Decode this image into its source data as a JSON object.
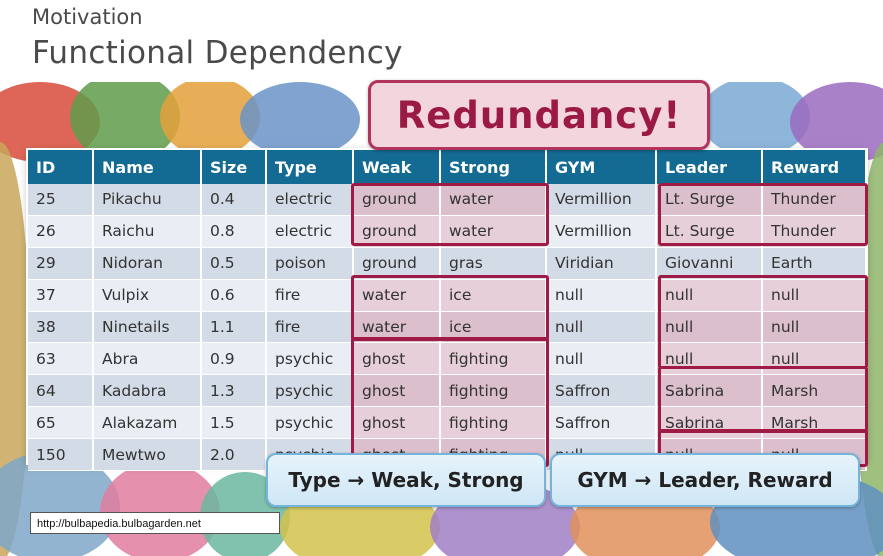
{
  "slide": {
    "subtitle": "Motivation",
    "title": "Functional Dependency"
  },
  "callouts": {
    "redundancy": "Redundancy!",
    "fd_type": "Type → Weak, Strong",
    "fd_gym": "GYM → Leader, Reward"
  },
  "source": "http://bulbapedia.bulbagarden.net",
  "colors": {
    "header_bg": "#136a92",
    "highlight_border": "#a01a46",
    "highlight_fill": "#dcbfcc"
  },
  "table": {
    "columns": [
      "ID",
      "Name",
      "Size",
      "Type",
      "Weak",
      "Strong",
      "GYM",
      "Leader",
      "Reward"
    ],
    "rows": [
      [
        "25",
        "Pikachu",
        "0.4",
        "electric",
        "ground",
        "water",
        "Vermillion",
        "Lt. Surge",
        "Thunder"
      ],
      [
        "26",
        "Raichu",
        "0.8",
        "electric",
        "ground",
        "water",
        "Vermillion",
        "Lt. Surge",
        "Thunder"
      ],
      [
        "29",
        "Nidoran",
        "0.5",
        "poison",
        "ground",
        "gras",
        "Viridian",
        "Giovanni",
        "Earth"
      ],
      [
        "37",
        "Vulpix",
        "0.6",
        "fire",
        "water",
        "ice",
        "null",
        "null",
        "null"
      ],
      [
        "38",
        "Ninetails",
        "1.1",
        "fire",
        "water",
        "ice",
        "null",
        "null",
        "null"
      ],
      [
        "63",
        "Abra",
        "0.9",
        "psychic",
        "ghost",
        "fighting",
        "null",
        "null",
        "null"
      ],
      [
        "64",
        "Kadabra",
        "1.3",
        "psychic",
        "ghost",
        "fighting",
        "Saffron",
        "Sabrina",
        "Marsh"
      ],
      [
        "65",
        "Alakazam",
        "1.5",
        "psychic",
        "ghost",
        "fighting",
        "Saffron",
        "Sabrina",
        "Marsh"
      ],
      [
        "150",
        "Mewtwo",
        "2.0",
        "psychic",
        "ghost",
        "fighting",
        "null",
        "null",
        "null"
      ]
    ]
  }
}
